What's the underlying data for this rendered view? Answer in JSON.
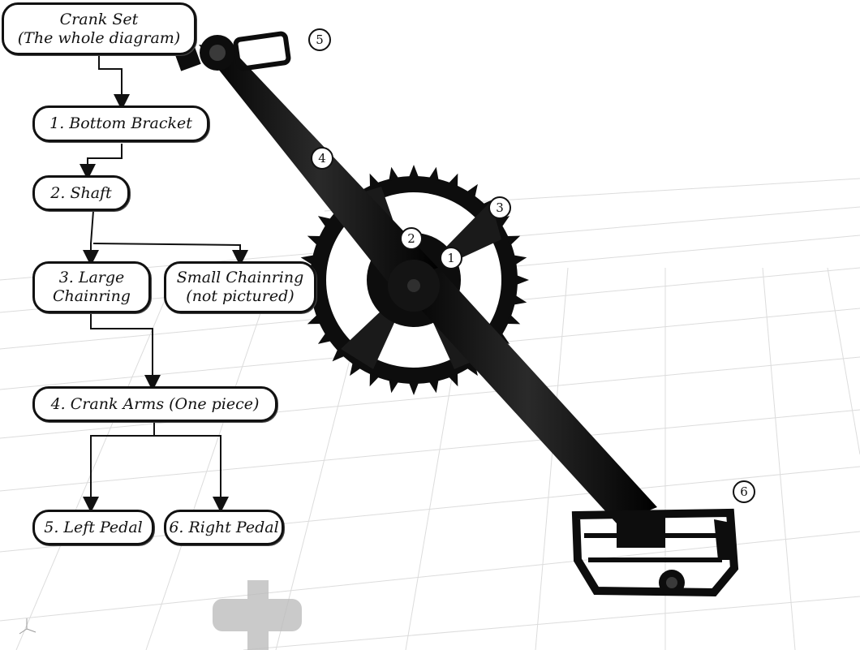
{
  "flowchart": {
    "crank_set": {
      "line1": "Crank Set",
      "line2": "(The whole diagram)"
    },
    "bottom_bracket": "1. Bottom Bracket",
    "shaft": "2. Shaft",
    "large_chainring": {
      "line1": "3. Large",
      "line2": "Chainring"
    },
    "small_chainring": {
      "line1": "Small Chainring",
      "line2": "(not pictured)"
    },
    "crank_arms": "4. Crank Arms (One piece)",
    "left_pedal": "5. Left Pedal",
    "right_pedal": "6. Right Pedal"
  },
  "callouts": {
    "c1": "1",
    "c2": "2",
    "c3": "3",
    "c4": "4",
    "c5": "5",
    "c6": "6"
  },
  "colors": {
    "part": "#0d0d0d",
    "grid": "#dcdcdc",
    "arrow": "#111111"
  }
}
